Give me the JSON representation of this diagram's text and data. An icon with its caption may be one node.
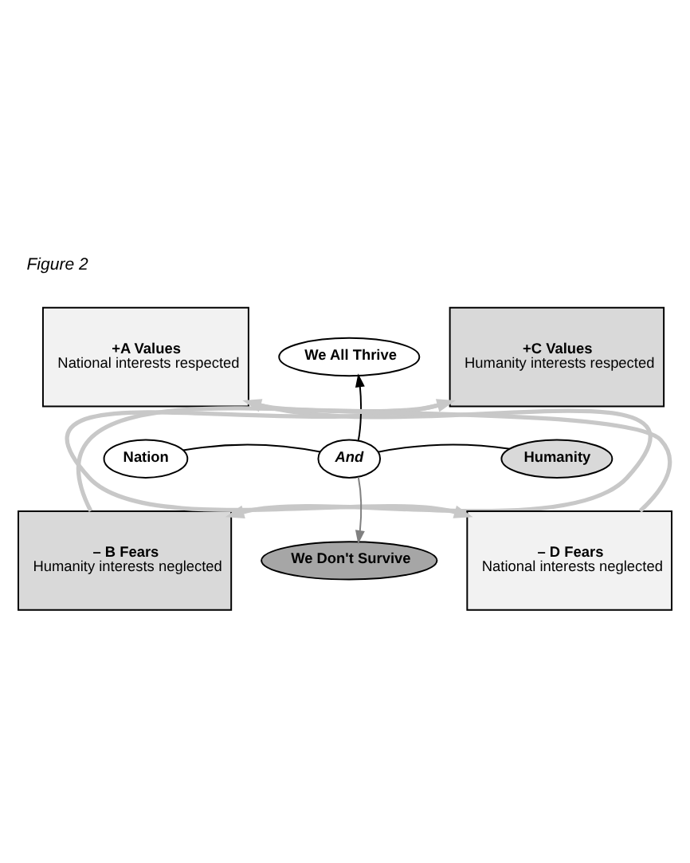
{
  "diagram": {
    "title": "Figure 2",
    "nodes": [
      {
        "text": [
          "We All Thrive"
        ]
      },
      {
        "text": [
          "+A Values",
          "National interests respected"
        ]
      },
      {
        "text": [
          "+C Values",
          "Humanity interests respected"
        ]
      },
      {
        "text": [
          "Nation"
        ]
      },
      {
        "text": [
          "And"
        ]
      },
      {
        "text": [
          "Humanity"
        ]
      },
      {
        "text": [
          "– B Fears",
          "Humanity interests neglected"
        ]
      },
      {
        "text": [
          "– D Fears",
          "National interests neglected"
        ]
      },
      {
        "text": [
          "We Don't Survive"
        ]
      }
    ],
    "edges": [
      {
        "from": 4,
        "to": 0,
        "arrow": "to",
        "color": "#000000"
      },
      {
        "from": 4,
        "to": 8,
        "arrow": "to",
        "color": "#808080"
      },
      {
        "from": 3,
        "to": 4,
        "arrow": "none",
        "color": "#000000"
      },
      {
        "from": 4,
        "to": 5,
        "arrow": "none",
        "color": "#000000"
      },
      {
        "from": 1,
        "to": 6,
        "arrow": "to",
        "style": "thick",
        "color": "#c8c8c8"
      },
      {
        "from": 6,
        "to": 2,
        "arrow": "to",
        "style": "thick",
        "color": "#c8c8c8"
      },
      {
        "from": 2,
        "to": 7,
        "arrow": "to",
        "style": "thick",
        "color": "#c8c8c8"
      },
      {
        "from": 7,
        "to": 1,
        "arrow": "to",
        "style": "thick",
        "color": "#c8c8c8"
      }
    ]
  }
}
